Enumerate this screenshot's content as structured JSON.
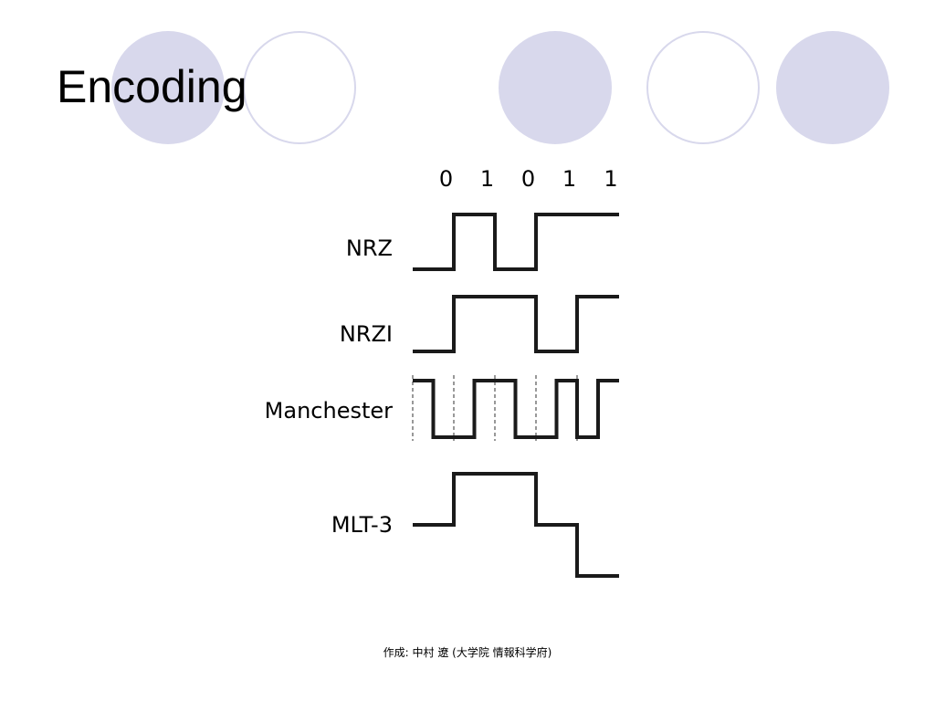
{
  "slide": {
    "title": "Encoding",
    "footer": "作成: 中村 遼 (大学院 情報科学府)"
  },
  "colors": {
    "circle_fill": "#d8d8ec",
    "waveform": "#1a1a1a",
    "text": "#000000"
  },
  "diagram": {
    "bits": [
      "0",
      "1",
      "0",
      "1",
      "1"
    ],
    "signals": [
      {
        "name": "NRZ",
        "levels": [
          0,
          1,
          0,
          1,
          1
        ]
      },
      {
        "name": "NRZI",
        "levels": [
          0,
          1,
          1,
          0,
          1
        ]
      },
      {
        "name": "Manchester",
        "halves": [
          1,
          0,
          0,
          1,
          1,
          0,
          0,
          1,
          0,
          1
        ]
      },
      {
        "name": "MLT-3",
        "levels": [
          0,
          1,
          1,
          0,
          -1
        ]
      }
    ]
  }
}
